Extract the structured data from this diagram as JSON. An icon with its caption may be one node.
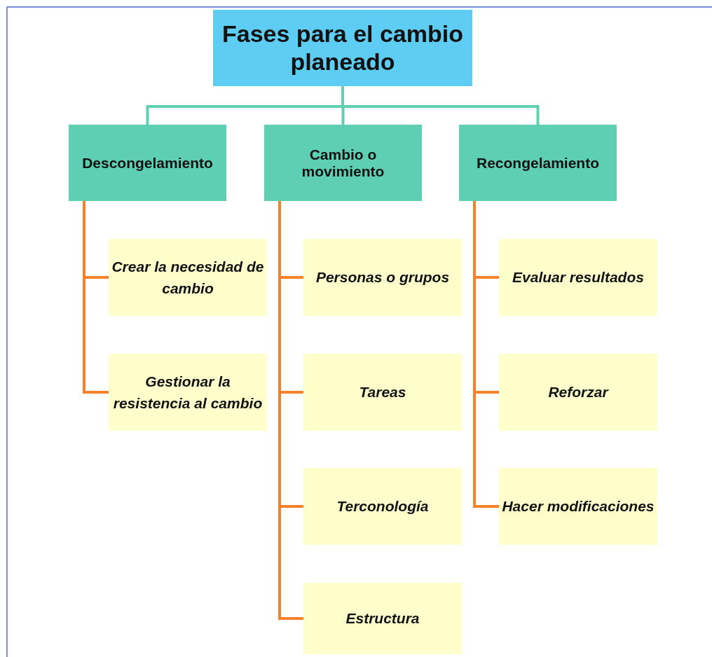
{
  "diagram": {
    "nodes": [
      {
        "text": [
          "Fases para el cambio planeado"
        ]
      },
      {
        "text": [
          "Descongelamiento"
        ]
      },
      {
        "text": [
          "Cambio o movimiento"
        ]
      },
      {
        "text": [
          "Recongelamiento"
        ]
      },
      {
        "text": [
          "Crear la necesidad de cambio"
        ]
      },
      {
        "text": [
          "Gestionar la resistencia al cambio"
        ]
      },
      {
        "text": [
          "Personas o grupos"
        ]
      },
      {
        "text": [
          "Tareas"
        ]
      },
      {
        "text": [
          "Terconología"
        ]
      },
      {
        "text": [
          "Estructura"
        ]
      },
      {
        "text": [
          "Evaluar resultados"
        ]
      },
      {
        "text": [
          "Reforzar"
        ]
      },
      {
        "text": [
          "Hacer modificaciones"
        ]
      }
    ],
    "edges": [
      {
        "from": 0,
        "to": 1,
        "arrow": "none",
        "color": "#5fd1b0"
      },
      {
        "from": 0,
        "to": 2,
        "arrow": "none",
        "color": "#5fd1b0"
      },
      {
        "from": 0,
        "to": 3,
        "arrow": "none",
        "color": "#5fd1b0"
      },
      {
        "from": 1,
        "to": 4,
        "arrow": "none"
      },
      {
        "from": 1,
        "to": 5,
        "arrow": "none"
      },
      {
        "from": 2,
        "to": 6,
        "arrow": "none"
      },
      {
        "from": 2,
        "to": 7,
        "arrow": "none"
      },
      {
        "from": 2,
        "to": 8,
        "arrow": "none"
      },
      {
        "from": 2,
        "to": 9,
        "arrow": "none"
      },
      {
        "from": 3,
        "to": 10,
        "arrow": "none"
      },
      {
        "from": 3,
        "to": 11,
        "arrow": "none"
      },
      {
        "from": 3,
        "to": 12,
        "arrow": "none"
      }
    ]
  }
}
